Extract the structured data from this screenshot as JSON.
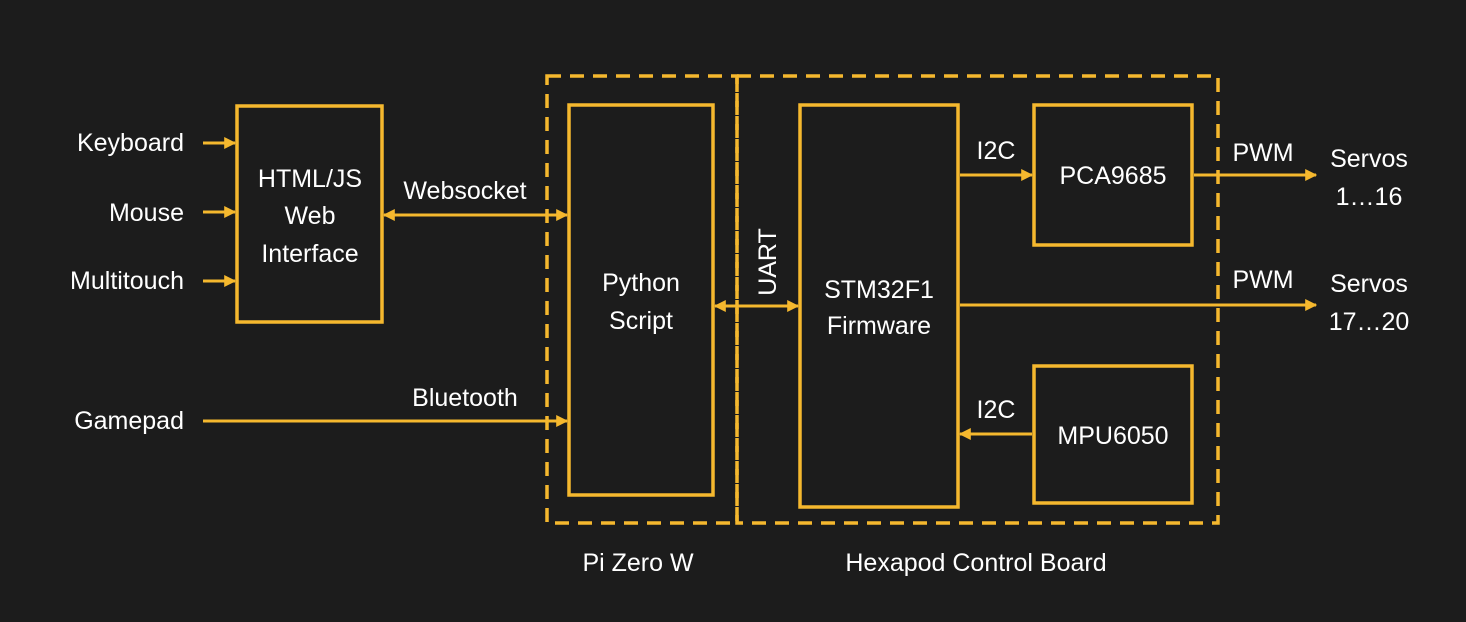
{
  "inputs": {
    "keyboard": "Keyboard",
    "mouse": "Mouse",
    "multitouch": "Multitouch",
    "gamepad": "Gamepad"
  },
  "blocks": {
    "web_interface": [
      "HTML/JS",
      "Web",
      "Interface"
    ],
    "python_script": [
      "Python",
      "Script"
    ],
    "stm32": [
      "STM32F1",
      "Firmware"
    ],
    "pca9685": "PCA9685",
    "mpu6050": "MPU6050"
  },
  "links": {
    "websocket": "Websocket",
    "bluetooth": "Bluetooth",
    "uart": "UART",
    "i2c_pca": "I2C",
    "i2c_mpu": "I2C",
    "pwm_1": "PWM",
    "pwm_2": "PWM"
  },
  "outputs": {
    "servos_a": [
      "Servos",
      "1…16"
    ],
    "servos_b": [
      "Servos",
      "17…20"
    ]
  },
  "groups": {
    "pi_zero": "Pi Zero W",
    "control_board": "Hexapod Control Board"
  },
  "colors": {
    "background": "#1c1c1c",
    "accent": "#f5b82e",
    "text": "#ffffff"
  }
}
